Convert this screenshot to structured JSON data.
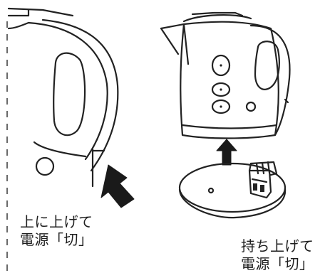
{
  "left_step": {
    "line1": "上に上げて",
    "line2": "電源「切」"
  },
  "right_step": {
    "line1": "持ち上げて",
    "line2": "電源「切」"
  },
  "icons": {
    "arrow_left": "arrow-up-left-icon",
    "arrow_right": "arrow-up-icon"
  }
}
